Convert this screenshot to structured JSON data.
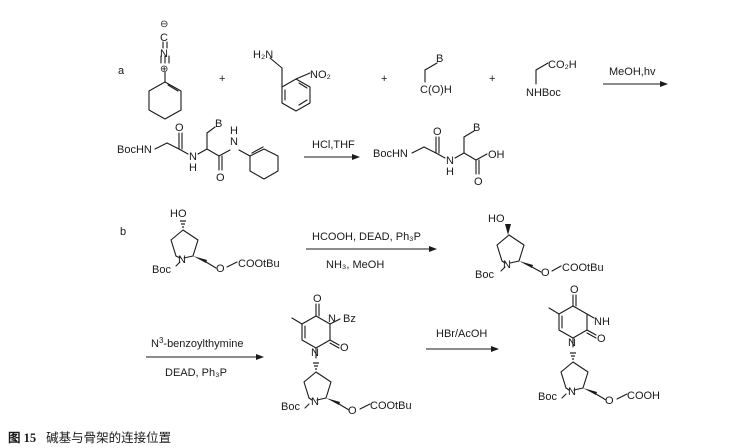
{
  "panel_labels": {
    "a": "a",
    "b": "b"
  },
  "plus_sign": "+",
  "row_a": {
    "isonitrile_charges": {
      "minus": "⊖",
      "plus": "⊕"
    },
    "isonitrile_n": "N",
    "isonitrile_c": "C",
    "amine_label": "H₂N",
    "nitro_label": "NO₂",
    "acid_b": "B",
    "acid_c": "C(O)H",
    "glycine_acid": "CO₂H",
    "glycine_nh": "NHBoc",
    "arrow1_top": "MeOH,hv",
    "product_boc": "BocHN",
    "product_n": "N",
    "product_h": "H",
    "product_o": "O",
    "product_b": "B",
    "product_nh_ring": "N",
    "product_h_ring": "H",
    "arrow2_top": "HCl,THF",
    "acid_product_boc": "BocHN",
    "acid_product_n": "N",
    "acid_product_h": "H",
    "acid_product_o": "O",
    "acid_product_b": "B",
    "acid_product_oh": "OH"
  },
  "row_b": {
    "ho": "HO",
    "n": "N",
    "boc": "Boc",
    "o": "O",
    "ester": "COOtBu",
    "arrow3_top": "HCOOH, DEAD, Ph₃P",
    "arrow3_bottom": "NH₃, MeOH"
  },
  "row_c": {
    "arrow4_top_prefix": "N",
    "arrow4_top_sup": "3",
    "arrow4_top_suffix": "-benzoylthymine",
    "arrow4_bottom": "DEAD, Ph₃P",
    "thymine_o": "O",
    "thymine_bz": "Bz",
    "thymine_n": "N",
    "nh": "NH",
    "arrow5_top": "HBr/AcOH",
    "acid_end": "COOH"
  },
  "caption": {
    "number": "图 15",
    "text": "碱基与骨架的连接位置"
  }
}
